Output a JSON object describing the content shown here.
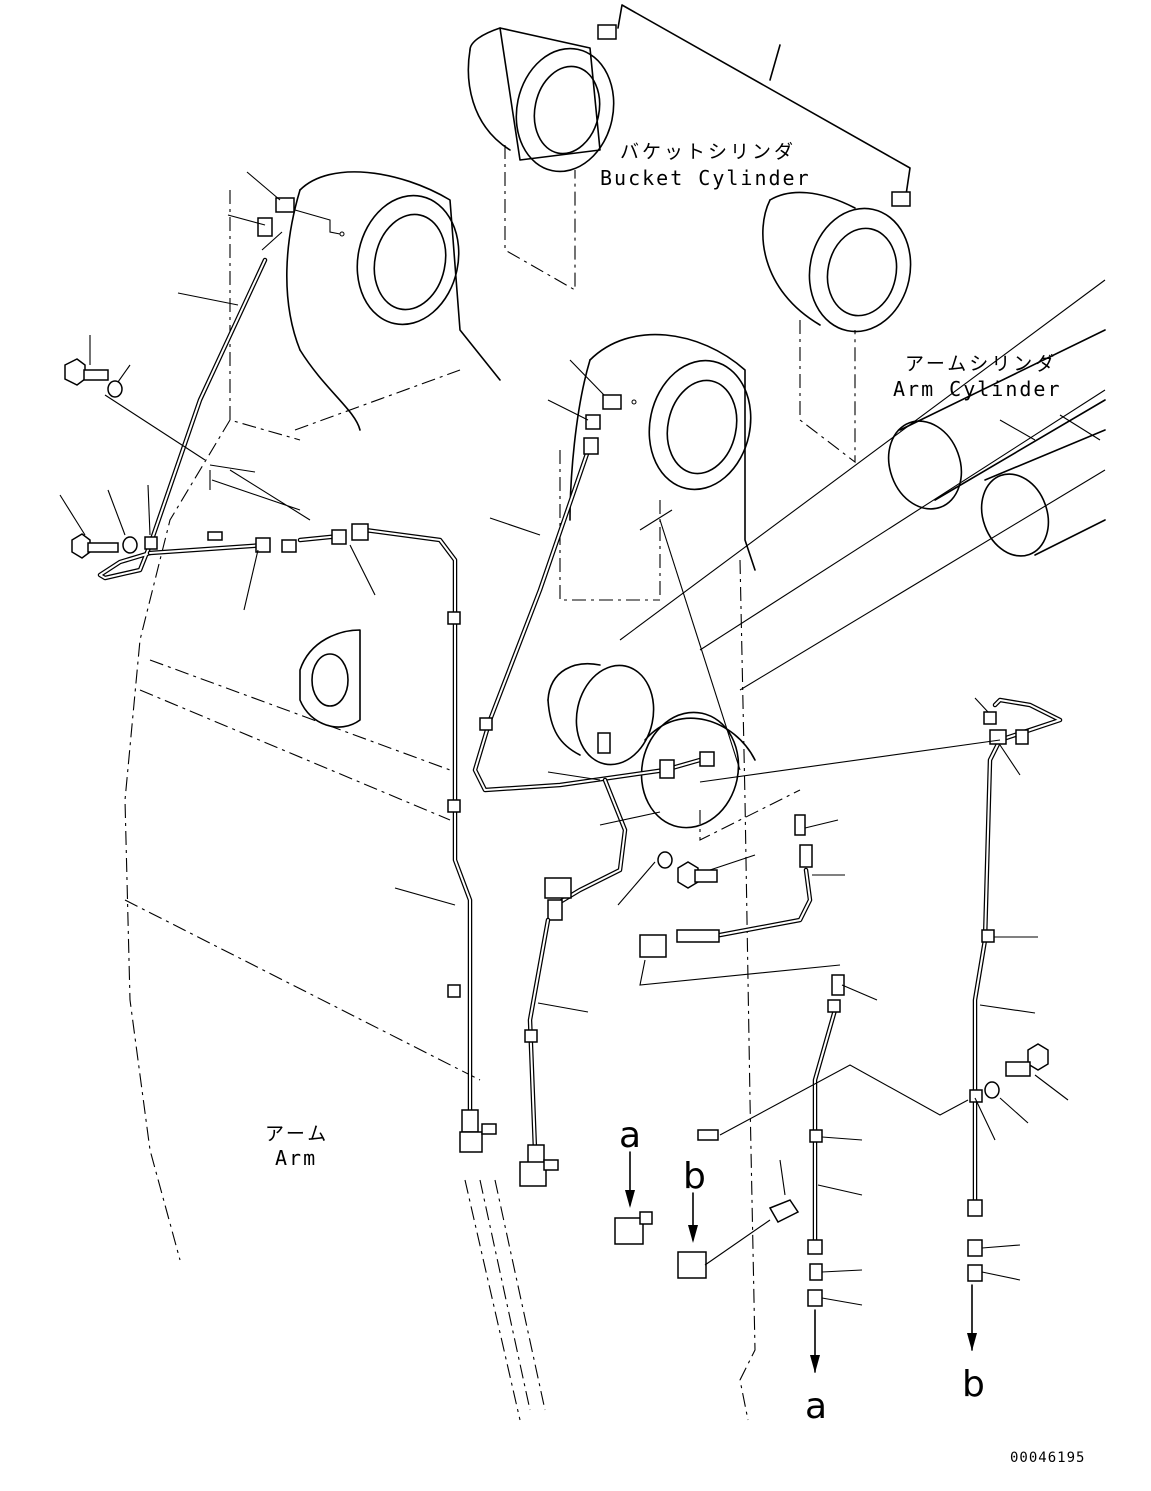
{
  "labels": {
    "bucket_cylinder_jp": "バケットシリンダ",
    "bucket_cylinder_en": "Bucket Cylinder",
    "arm_cylinder_jp": "アームシリンダ",
    "arm_cylinder_en": "Arm Cylinder",
    "arm_jp": "アーム",
    "arm_en": "Arm"
  },
  "connection_markers": {
    "a_top": "a",
    "b_top": "b",
    "a_bottom": "a",
    "b_bottom": "b"
  },
  "drawing_code": "00046195"
}
